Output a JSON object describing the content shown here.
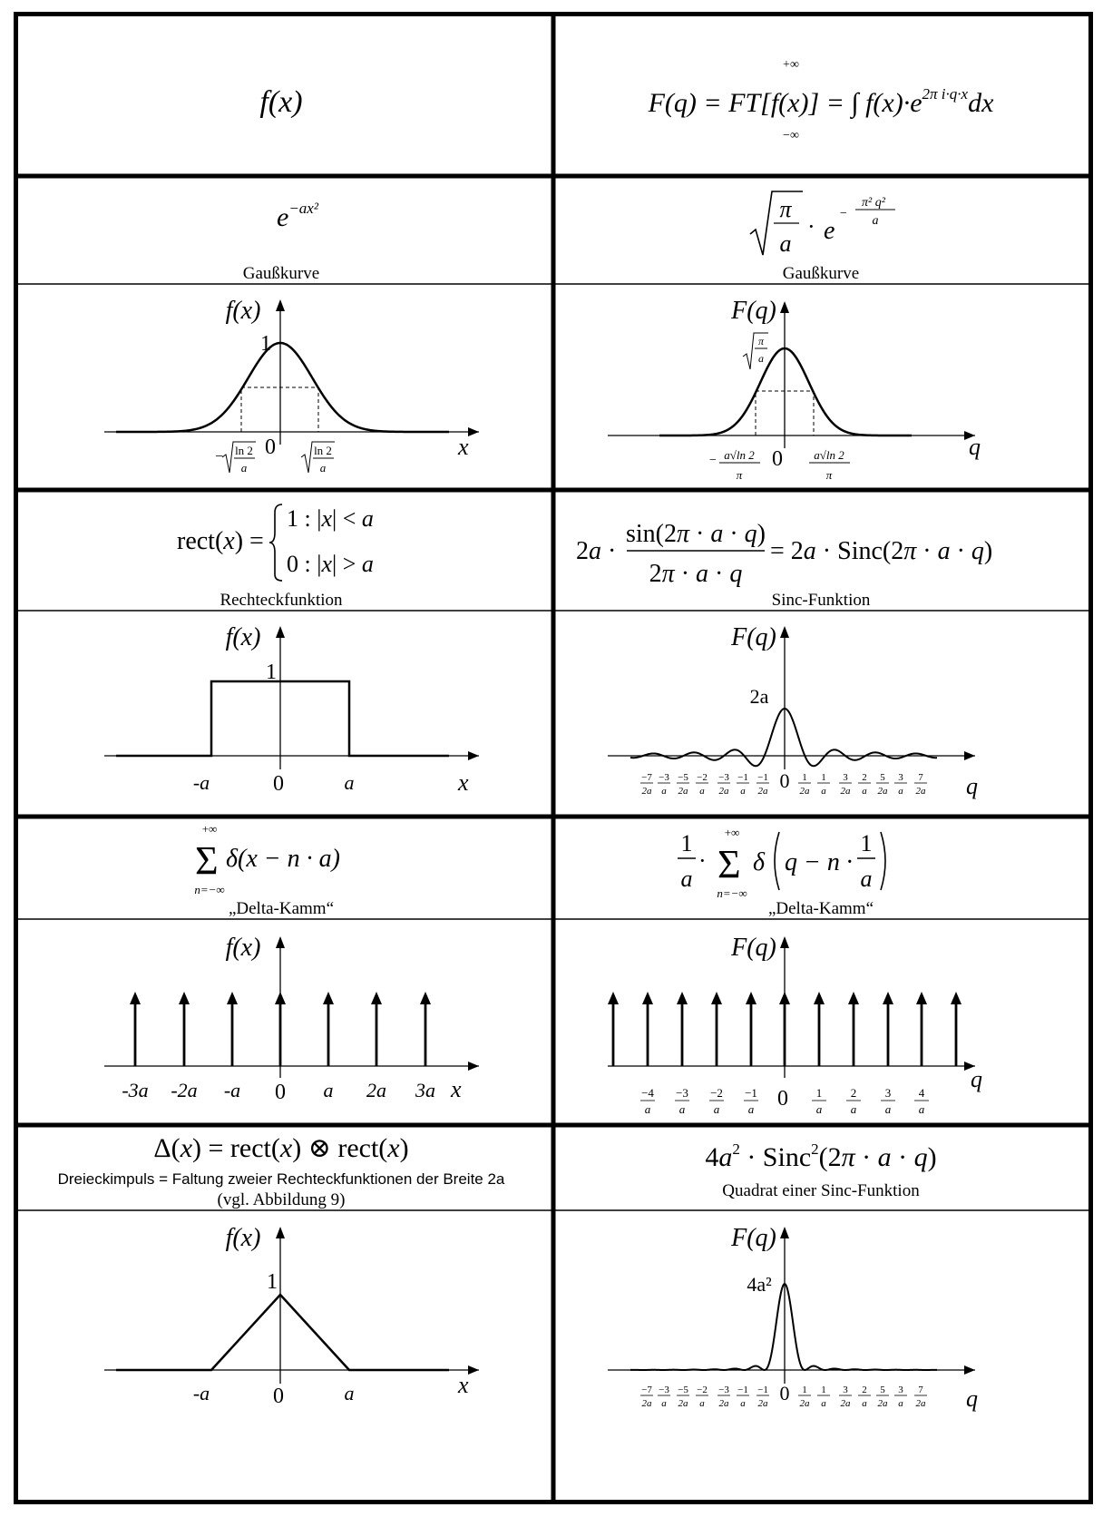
{
  "header": {
    "left": "f(x)",
    "right": "F(q) = FT[f(x)] = ∫ f(x)·e^(2πi·q·x) dx",
    "int_upper": "+∞",
    "int_lower": "−∞"
  },
  "rows": [
    {
      "left": {
        "formula": "e^(−ax²)",
        "caption": "Gaußkurve"
      },
      "right": {
        "formula": "√(π/a) · e^(−π²q²/a)",
        "caption": "Gaußkurve"
      },
      "left_plot": {
        "ylabel": "f(x)",
        "xlabel": "x",
        "peak": "1",
        "origin": "0",
        "neg_tick": "−√(ln2/a)",
        "pos_tick": "√(ln2/a)"
      },
      "right_plot": {
        "ylabel": "F(q)",
        "xlabel": "q",
        "peak": "√(π/a)",
        "origin": "0",
        "neg_tick": "−a√(ln2)/π",
        "pos_tick": "a√(ln2)/π"
      }
    },
    {
      "left": {
        "formula": "rect(x) = { 1 : |x| < a ; 0 : |x| > a }",
        "caption": "Rechteckfunktion"
      },
      "right": {
        "formula": "2a · sin(2π·a·q)/(2π·a·q) = 2a · Sinc(2π·a·q)",
        "caption": "Sinc-Funktion"
      },
      "left_plot": {
        "ylabel": "f(x)",
        "xlabel": "x",
        "peak": "1",
        "origin": "0",
        "ticks": [
          "-a",
          "a"
        ]
      },
      "right_plot": {
        "ylabel": "F(q)",
        "xlabel": "q",
        "peak": "2a",
        "origin": "0",
        "ticks_num": [
          "−7",
          "−3",
          "−5",
          "−2",
          "−3",
          "−1",
          "−1",
          "1",
          "1",
          "3",
          "2",
          "5",
          "3",
          "7"
        ],
        "ticks_den": [
          "2a",
          "a",
          "2a",
          "a",
          "2a",
          "a",
          "2a",
          "2a",
          "a",
          "2a",
          "a",
          "2a",
          "a",
          "2a"
        ]
      }
    },
    {
      "left": {
        "formula": "Σ δ(x − n·a), n = −∞ … +∞",
        "caption": "„Delta-Kamm“"
      },
      "right": {
        "formula": "1/a · Σ δ(q − n · 1/a), n = −∞ … +∞",
        "caption": "„Delta-Kamm“"
      },
      "left_plot": {
        "ylabel": "f(x)",
        "xlabel": "x",
        "ticks": [
          "-3a",
          "-2a",
          "-a",
          "0",
          "a",
          "2a",
          "3a"
        ]
      },
      "right_plot": {
        "ylabel": "F(q)",
        "xlabel": "q",
        "origin": "0",
        "ticks_num": [
          "−4",
          "−3",
          "−2",
          "−1",
          "1",
          "2",
          "3",
          "4"
        ],
        "ticks_den": [
          "a",
          "a",
          "a",
          "a",
          "a",
          "a",
          "a",
          "a"
        ]
      }
    },
    {
      "left": {
        "formula": "Δ(x) = rect(x) ⊗ rect(x)",
        "caption": "Dreieckimpuls = Faltung zweier Rechteckfunktionen der Breite 2a",
        "caption2": "(vgl. Abbildung 9)"
      },
      "right": {
        "formula": "4a² · Sinc²(2π · a · q)",
        "caption": "Quadrat einer Sinc-Funktion"
      },
      "left_plot": {
        "ylabel": "f(x)",
        "xlabel": "x",
        "peak": "1",
        "origin": "0",
        "ticks": [
          "-a",
          "a"
        ]
      },
      "right_plot": {
        "ylabel": "F(q)",
        "xlabel": "q",
        "peak": "4a²",
        "origin": "0",
        "ticks_num": [
          "−7",
          "−3",
          "−5",
          "−2",
          "−3",
          "−1",
          "−1",
          "1",
          "1",
          "3",
          "2",
          "5",
          "3",
          "7"
        ],
        "ticks_den": [
          "2a",
          "a",
          "2a",
          "a",
          "2a",
          "a",
          "2a",
          "2a",
          "a",
          "2a",
          "a",
          "2a",
          "a",
          "2a"
        ]
      }
    }
  ]
}
